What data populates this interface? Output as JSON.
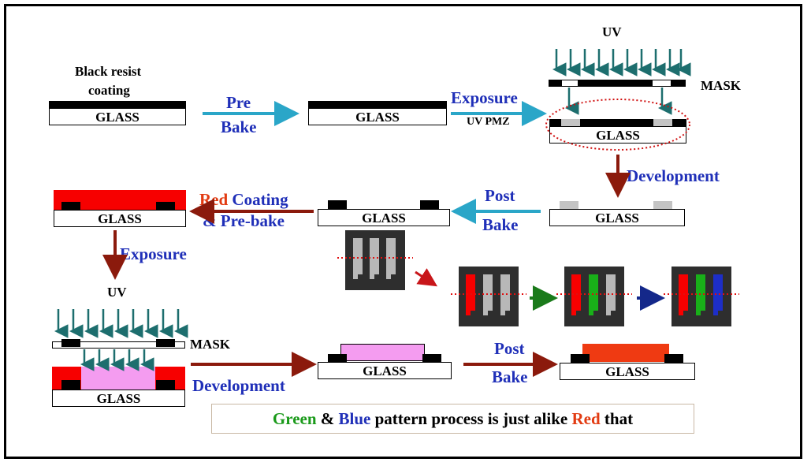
{
  "labels": {
    "black_resist": "Black resist",
    "coating": "coating",
    "pre": "Pre",
    "bake": "Bake",
    "exposure": "Exposure",
    "uv_pmz": "UV PMZ",
    "uv_top": "UV",
    "mask_top": "MASK",
    "development_right": "Development",
    "post": "Post",
    "post_bake": "Bake",
    "red": "Red",
    "coating_word": " Coating",
    "pre_bake": "& Pre-bake",
    "exposure_left": "Exposure",
    "uv_left": "UV",
    "mask_left": "MASK",
    "development_bottom": "Development",
    "post2": "Post",
    "bake2": "Bake",
    "glass": "GLASS"
  },
  "note": {
    "green": "Green",
    "amp": " & ",
    "blue": "Blue",
    "middle": " pattern process is just alike ",
    "red": "Red",
    "end": " that"
  },
  "colors": {
    "text_blue": "#1f2fb8",
    "text_red": "#e23b12",
    "text_green": "#1a9a1a",
    "arrow_cyan": "#2aa6c8",
    "arrow_dark_red": "#8b1a0c",
    "uv_teal": "#1d6e6e",
    "resist_red": "#f70000",
    "pink": "#f49cf0",
    "orange_red": "#ef3a12"
  }
}
